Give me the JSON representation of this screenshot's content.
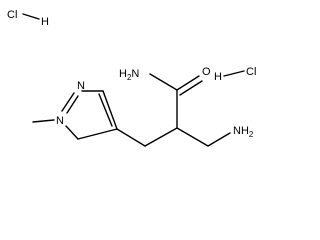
{
  "structure": {
    "salt_1": {
      "cl": "Cl",
      "h": "H"
    },
    "salt_2": {
      "cl": "Cl",
      "h": "H"
    },
    "amide_nitrogen": {
      "prefix": "H",
      "sub": "2",
      "suffix": "N"
    },
    "amide_oxygen": "O",
    "ring_n1": "N",
    "ring_n2": "N",
    "amine": {
      "prefix": "NH",
      "sub": "2"
    }
  }
}
